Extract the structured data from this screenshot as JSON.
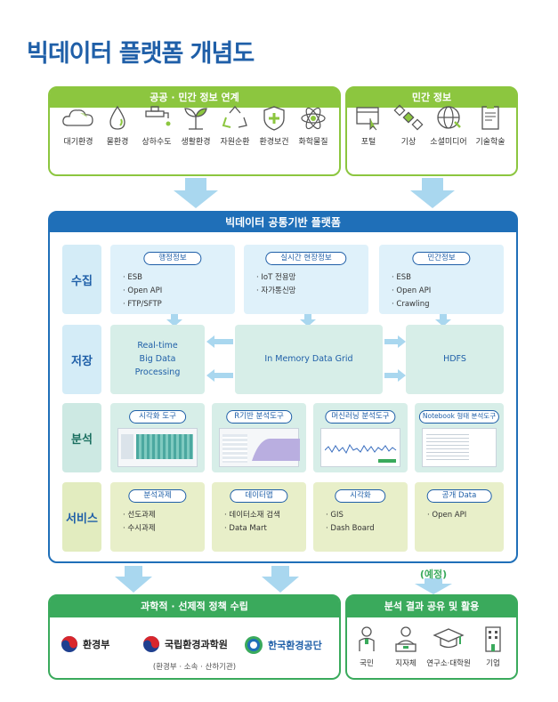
{
  "title": "빅데이터 플랫폼 개념도",
  "colors": {
    "title": "#1f5fa8",
    "green": "#8cc63f",
    "blue": "#1f6fb8",
    "bottom_green": "#3aaa5c"
  },
  "top_left": {
    "header": "공공 · 민간 정보 연계",
    "items": [
      {
        "label": "대기환경",
        "icon": "cloud-icon"
      },
      {
        "label": "물환경",
        "icon": "water-drop-icon"
      },
      {
        "label": "상하수도",
        "icon": "faucet-icon"
      },
      {
        "label": "생활환경",
        "icon": "sprout-icon"
      },
      {
        "label": "자원순환",
        "icon": "recycle-icon"
      },
      {
        "label": "환경보건",
        "icon": "shield-cross-icon"
      },
      {
        "label": "화학물질",
        "icon": "atom-icon"
      }
    ]
  },
  "top_right": {
    "header": "민간 정보",
    "items": [
      {
        "label": "포털",
        "icon": "portal-icon"
      },
      {
        "label": "기상",
        "icon": "satellite-icon"
      },
      {
        "label": "소셜미디어",
        "icon": "globe-icon"
      },
      {
        "label": "기술학술",
        "icon": "document-icon"
      }
    ]
  },
  "platform": {
    "header": "빅데이터 공통기반 플랫폼",
    "rows": {
      "collect": "수집",
      "store": "저장",
      "analyze": "분석",
      "service": "서비스"
    },
    "collect": [
      {
        "title": "행정정보",
        "bullets": [
          "· ESB",
          "· Open API",
          "· FTP/SFTP"
        ]
      },
      {
        "title": "실시간 현장정보",
        "bullets": [
          "· IoT 전용망",
          "· 자가통신망"
        ]
      },
      {
        "title": "민간정보",
        "bullets": [
          "· ESB",
          "· Open API",
          "· Crawling"
        ]
      }
    ],
    "store": {
      "left": [
        "Real-time",
        "Big Data",
        "Processing"
      ],
      "center": "In Memory Data Grid",
      "right": "HDFS"
    },
    "analyze": [
      "시각화 도구",
      "R기반 분석도구",
      "머신러닝 분석도구",
      "Notebook 형태 분석도구"
    ],
    "service": [
      {
        "title": "분석과제",
        "bullets": [
          "· 선도과제",
          "· 수시과제"
        ]
      },
      {
        "title": "데이터맵",
        "bullets": [
          "· 데이터소재 검색",
          "· Data Mart"
        ]
      },
      {
        "title": "시각화",
        "bullets": [
          "· GIS",
          "· Dash Board"
        ]
      },
      {
        "title": "공개 Data",
        "bullets": [
          "· Open API"
        ]
      }
    ]
  },
  "planned": "(예정)",
  "bottom_left": {
    "header": "과학적 · 선제적 정책 수립",
    "logos": [
      "환경부",
      "국립환경과학원",
      "한국환경공단"
    ],
    "note": "(환경부 · 소속 · 산하기관)"
  },
  "bottom_right": {
    "header": "분석 결과 공유 및 활용",
    "items": [
      {
        "label": "국민",
        "icon": "person-icon"
      },
      {
        "label": "지자체",
        "icon": "officer-icon"
      },
      {
        "label": "연구소·대학원",
        "icon": "graduation-cap-icon"
      },
      {
        "label": "기업",
        "icon": "building-icon"
      }
    ]
  }
}
